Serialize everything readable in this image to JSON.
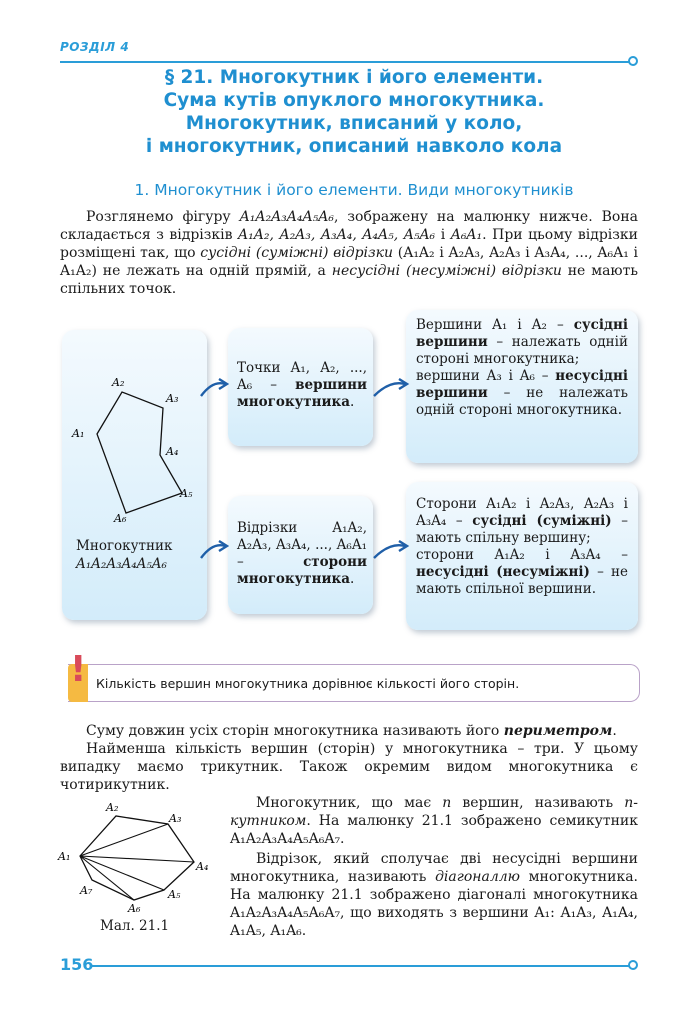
{
  "header": {
    "section": "РОЗДІЛ 4"
  },
  "title_lines": [
    "§ 21. Многокутник і його елементи.",
    "Сума кутів опуклого многокутника.",
    "Многокутник, вписаний у коло,",
    "і многокутник, описаний навколо кола"
  ],
  "subtitle": "1. Многокутник і його елементи. Види многокутників",
  "intro": {
    "p1": "Розглянемо фігуру",
    "fig": "A₁A₂A₃A₄A₅A₆",
    "p2": ", зображену на малюнку нижче. Вона складається з відрізків ",
    "segs": "A₁A₂, A₂A₃, A₃A₄, A₄A₅, A₅A₆",
    "p3": " і ",
    "seg_last": "A₆A₁",
    "p4": ". При цьому відрізки розміщені так, що ",
    "term1": "сусідні (суміжні) відрізки",
    "p5": " (A₁A₂ і A₂A₃, A₂A₃ і A₃A₄, ..., A₆A₁ і A₁A₂) не лежать на одній прямій, а ",
    "term2": "несусідні (несуміжні) відрізки",
    "p6": " не мають спільних точок."
  },
  "diagram": {
    "labels": [
      "A₁",
      "A₂",
      "A₃",
      "A₄",
      "A₅",
      "A₆"
    ],
    "polygon_caption_1": "Многокутник",
    "polygon_caption_2": "A₁A₂A₃A₄A₅A₆",
    "box_points_a": "Точки A₁, A₂, ..., A₆ – ",
    "box_points_b": "вершини многокутника",
    "box_points_c": ".",
    "box_vertices_a": "Вершини A₁ і A₂ – ",
    "box_vertices_b": "сусідні вершини",
    "box_vertices_c": " – належать одній стороні многокутника;",
    "box_vertices_d": "вершини A₃ і A₆ – ",
    "box_vertices_e": "несусідні вершини",
    "box_vertices_f": " – не належать одній стороні многокутника.",
    "box_segments_a": "Відрізки A₁A₂, A₂A₃, A₃A₄, ..., A₆A₁ – ",
    "box_segments_b": "сторони многокутника",
    "box_segments_c": ".",
    "box_sides_a": "Сторони A₁A₂ і A₂A₃, A₂A₃ і A₃A₄ – ",
    "box_sides_b": "сусідні (суміжні)",
    "box_sides_c": " – мають спільну вершину;",
    "box_sides_d": "сторони A₁A₂ і A₃A₄ – ",
    "box_sides_e": "несусідні (несуміжні)",
    "box_sides_f": " – не мають спільної вершини."
  },
  "note": "Кількість вершин многокутника дорівнює кількості його сторін.",
  "perimeter": {
    "a": "Суму довжин усіх сторін многокутника називають його ",
    "term": "периметром",
    "b": "."
  },
  "triangle": "Найменша кількість вершин (сторін) у многокутника – три. У цьому випадку маємо трикутник. Також окремим видом многокутника є чотирикутник.",
  "ngon": {
    "a": "Многокутник, що має ",
    "n": "n",
    "b": " вершин, називають ",
    "term": "n-кутником",
    "c": ". На малюнку 21.1 зображено семикутник A₁A₂A₃A₄A₅A₆A₇."
  },
  "diag": {
    "a": "Відрізок, який сполучає дві несусідні вершини многокутника, називають ",
    "term": "діагоналлю",
    "b": " многокутника. На малюнку 21.1 зображено діагоналі многокутника A₁A₂A₃A₄A₅A₆A₇, що виходять з вершини A₁: A₁A₃, A₁A₄, A₁A₅, A₁A₆."
  },
  "fig2_labels": [
    "A₁",
    "A₂",
    "A₃",
    "A₄",
    "A₅",
    "A₆",
    "A₇"
  ],
  "fig2_caption": "Мал. 21.1",
  "page_number": "156",
  "colors": {
    "accent": "#2a9dd8",
    "title": "#1f8fd0",
    "note_bar": "#f5ba42",
    "warning": "#d94b5a"
  }
}
